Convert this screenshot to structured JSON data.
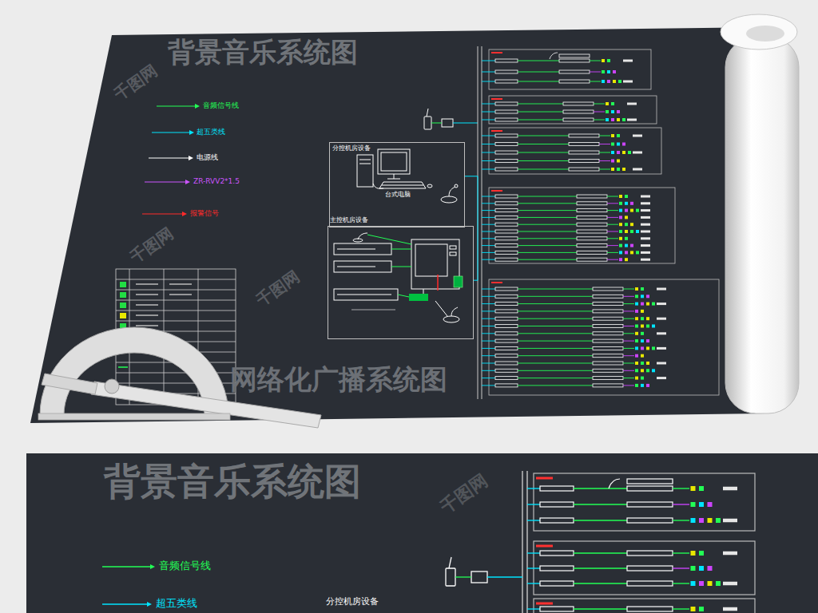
{
  "diagram": {
    "title": "背景音乐系统图",
    "nodes": [
      {
        "text": [
          "分控机房设备"
        ]
      },
      {
        "text": [
          "主控机房设备"
        ]
      }
    ],
    "edges": [
      {
        "from": 0,
        "to": 1,
        "arrow": "none"
      }
    ],
    "labels": [
      "网络化广播系统图",
      "台式电脑",
      "背景音乐系统图",
      "分控机房设备",
      "千图网",
      "千图网",
      "千图网",
      "千图网"
    ],
    "legend": [
      {
        "text": "音频信号线"
      },
      {
        "text": "超五类线"
      },
      {
        "text": "电源线"
      },
      {
        "text": "ZR-RVV2*1.5"
      },
      {
        "text": "报警信号"
      },
      {
        "text": "音频信号线"
      },
      {
        "text": "超五类线"
      }
    ]
  }
}
